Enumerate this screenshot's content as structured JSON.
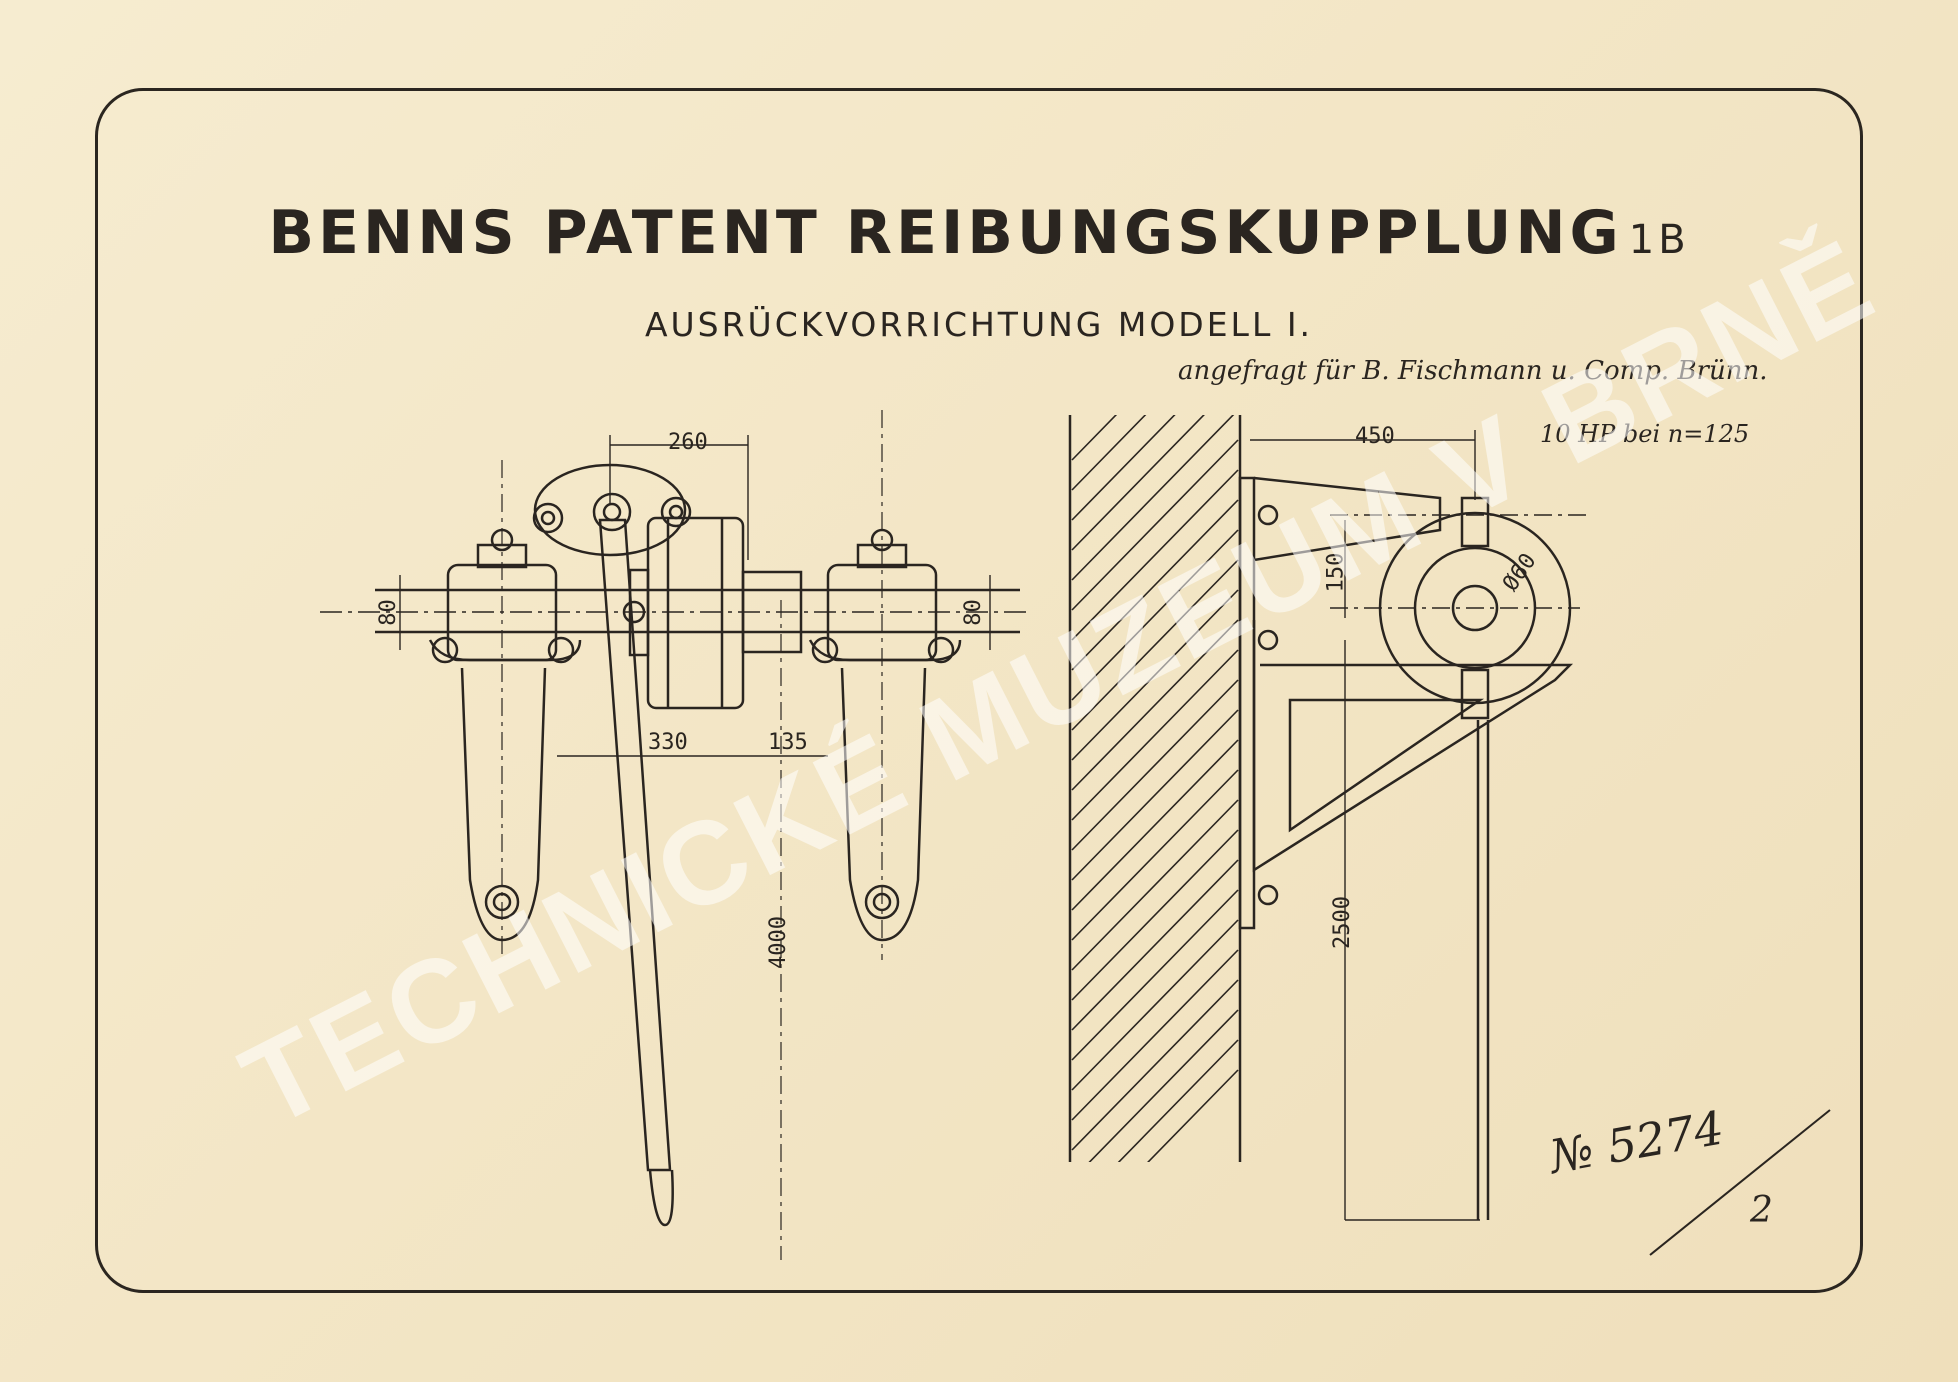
{
  "title": "BENNS PATENT REIBUNGSKUPPLUNG",
  "title_mark": "1B",
  "subtitle": "AUSRÜCKVORRICHTUNG MODELL I.",
  "handwritten_note": "angefragt für B. Fischmann u. Comp. Brünn.",
  "power_note": "10 HP bei n=125",
  "dimensions": {
    "d260": "260",
    "d80_left": "80",
    "d80_right": "80",
    "d330": "330",
    "d135": "135",
    "d4000": "4000",
    "d450": "450",
    "d150": "150",
    "d2500": "2500",
    "d_dia": "Ø60"
  },
  "inventory_number": "№ 5274",
  "sheet_number": "2",
  "watermark": "TECHNICKÉ MUZEUM V BRNĚ",
  "colors": {
    "paper": "#f3e6c6",
    "ink": "#2a2520"
  }
}
